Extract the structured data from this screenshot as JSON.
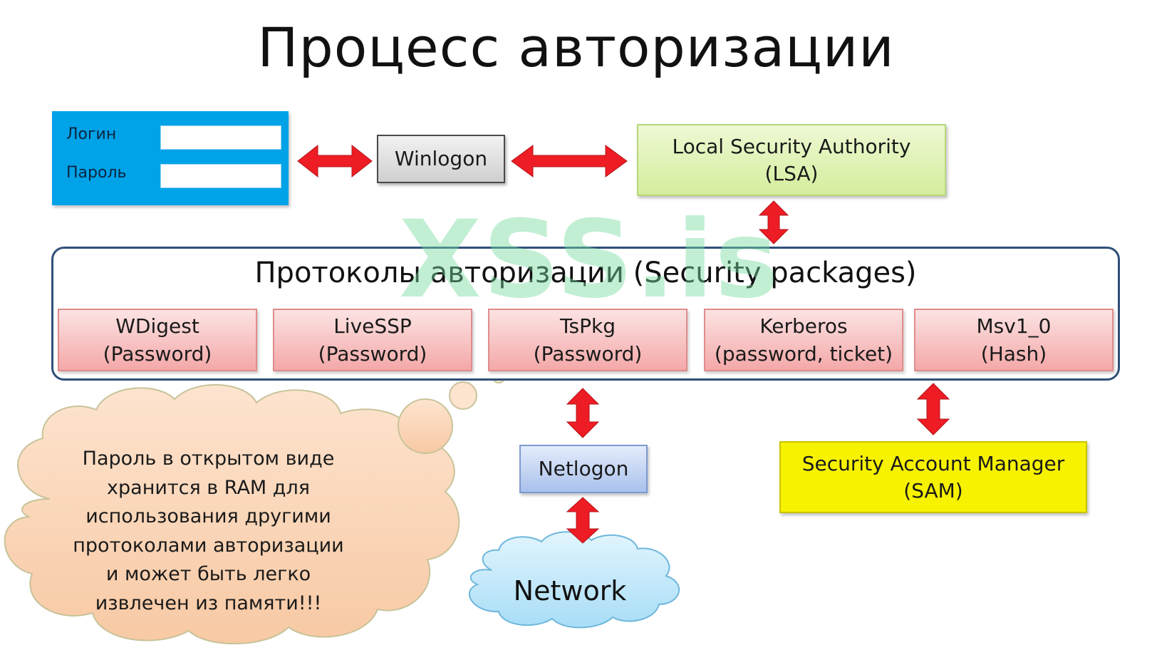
{
  "title": "Процесс авторизации",
  "login_form": {
    "login_label": "Логин",
    "password_label": "Пароль"
  },
  "nodes": {
    "winlogon": "Winlogon",
    "lsa_line1": "Local Security Authority",
    "lsa_line2": "(LSA)",
    "netlogon": "Netlogon",
    "sam_line1": "Security Account Manager",
    "sam_line2": "(SAM)",
    "network": "Network"
  },
  "security_packages": {
    "title": "Протоколы авторизации (Security packages)",
    "items": [
      {
        "name": "WDigest",
        "detail": "(Password)"
      },
      {
        "name": "LiveSSP",
        "detail": "(Password)"
      },
      {
        "name": "TsPkg",
        "detail": "(Password)"
      },
      {
        "name": "Kerberos",
        "detail": "(password, ticket)"
      },
      {
        "name": "Msv1_0",
        "detail": "(Hash)"
      }
    ]
  },
  "thought_cloud": {
    "lines": [
      "Пароль в открытом виде",
      "хранится в RAM для",
      "использования другими",
      "протоколами авторизации",
      "и может быть легко",
      "извлечен из памяти!!!"
    ]
  },
  "watermark": "XSS.is",
  "colors": {
    "arrow": "#ee1c24",
    "login_panel": "#00a2e8",
    "lsa": "#d4ee9c",
    "packages": "#f4a8a8",
    "netlogon": "#a9c1ec",
    "sam": "#f7f200",
    "cloud_thought": "#fbd5b5",
    "cloud_network": "#a8ddf7"
  }
}
